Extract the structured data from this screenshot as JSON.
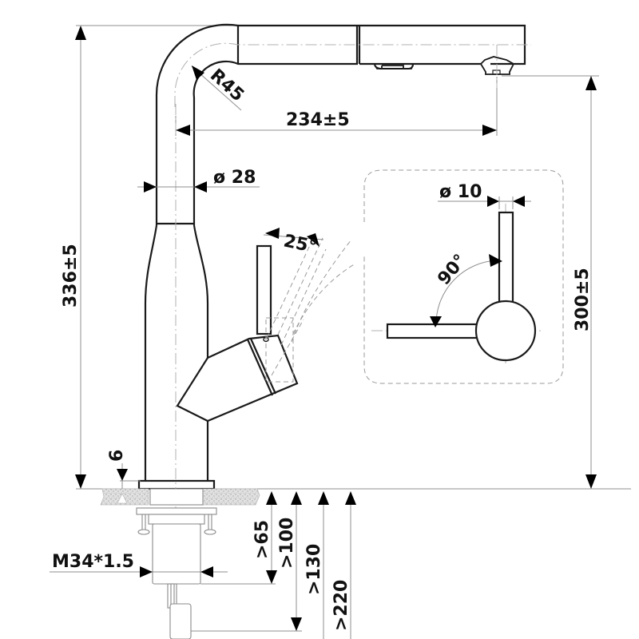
{
  "drawing": {
    "title": "Pull-out kitchen faucet technical dimension drawing",
    "dimensions": {
      "overall_height": "336±5",
      "spout_height": "300±5",
      "spout_reach": "234±5",
      "bend_radius": "R45",
      "body_diameter": "ø 28",
      "lever_diameter": "ø 10",
      "lever_tilt": "25°",
      "lever_rotation": "90°",
      "base_thickness": "6",
      "thread": "M34*1.5",
      "min_65": ">65",
      "min_100": ">100",
      "min_130": ">130",
      "min_220": ">220"
    },
    "colors": {
      "outline": "#1a1a1a",
      "dimension_line": "#8f8f8f",
      "background": "#ffffff"
    }
  }
}
